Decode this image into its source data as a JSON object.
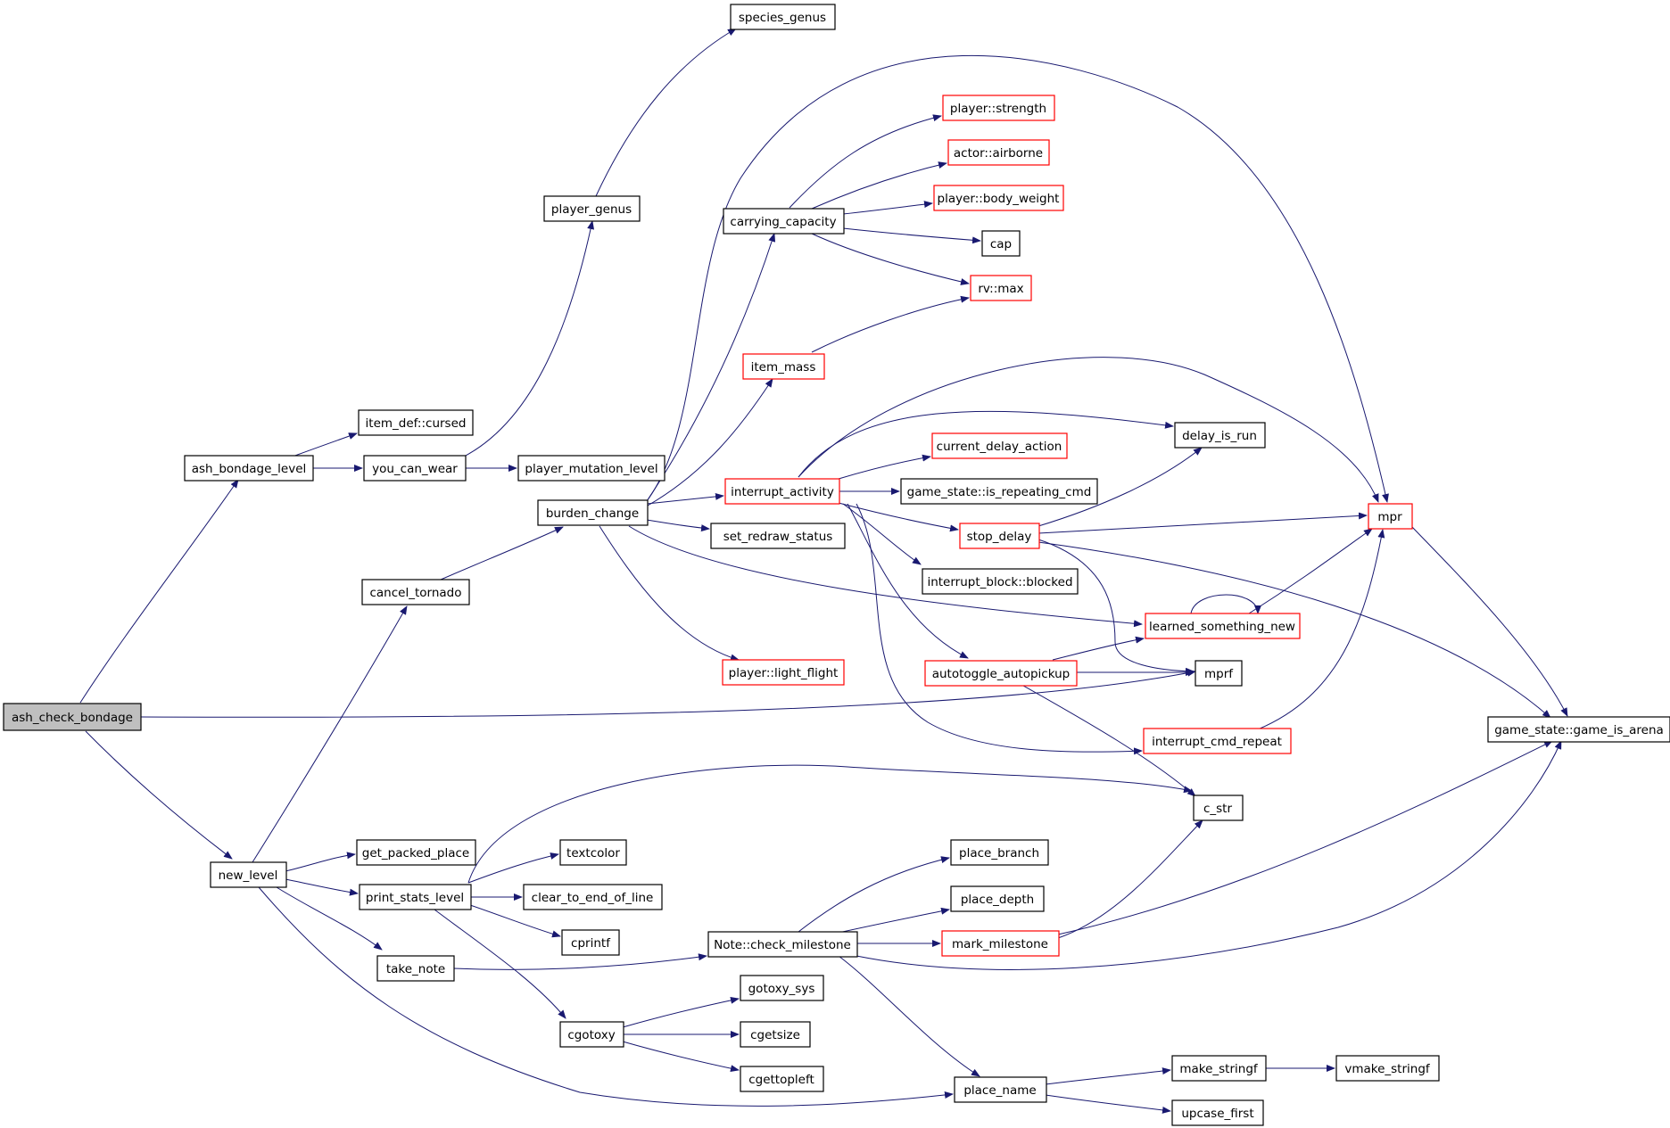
{
  "colors": {
    "edge": "#191970",
    "node_border": "#000000",
    "node_border_incomplete": "#ff0000",
    "root_fill": "#bfbfbf",
    "node_fill": "#ffffff"
  },
  "nodes": {
    "ash_check_bondage": "ash_check_bondage",
    "ash_bondage_level": "ash_bondage_level",
    "item_def_cursed": "item_def::cursed",
    "you_can_wear": "you_can_wear",
    "player_mutation_level": "player_mutation_level",
    "player_genus": "player_genus",
    "species_genus": "species_genus",
    "cancel_tornado": "cancel_tornado",
    "burden_change": "burden_change",
    "carrying_capacity": "carrying_capacity",
    "player_strength": "player::strength",
    "actor_airborne": "actor::airborne",
    "player_body_weight": "player::body_weight",
    "cap": "cap",
    "rv_max": "rv::max",
    "item_mass": "item_mass",
    "interrupt_activity": "interrupt_activity",
    "current_delay_action": "current_delay_action",
    "delay_is_run": "delay_is_run",
    "game_state_is_repeating_cmd": "game_state::is_repeating_cmd",
    "stop_delay": "stop_delay",
    "set_redraw_status": "set_redraw_status",
    "interrupt_block_blocked": "interrupt_block::blocked",
    "learned_something_new": "learned_something_new",
    "autotoggle_autopickup": "autotoggle_autopickup",
    "mprf": "mprf",
    "player_light_flight": "player::light_flight",
    "interrupt_cmd_repeat": "interrupt_cmd_repeat",
    "mpr": "mpr",
    "game_state_game_is_arena": "game_state::game_is_arena",
    "c_str": "c_str",
    "new_level": "new_level",
    "get_packed_place": "get_packed_place",
    "print_stats_level": "print_stats_level",
    "textcolor": "textcolor",
    "clear_to_end_of_line": "clear_to_end_of_line",
    "cprintf": "cprintf",
    "take_note": "take_note",
    "cgotoxy": "cgotoxy",
    "gotoxy_sys": "gotoxy_sys",
    "cgetsize": "cgetsize",
    "cgettopleft": "cgettopleft",
    "note_check_milestone": "Note::check_milestone",
    "place_branch": "place_branch",
    "place_depth": "place_depth",
    "mark_milestone": "mark_milestone",
    "place_name": "place_name",
    "make_stringf": "make_stringf",
    "vmake_stringf": "vmake_stringf",
    "upcase_first": "upcase_first"
  }
}
